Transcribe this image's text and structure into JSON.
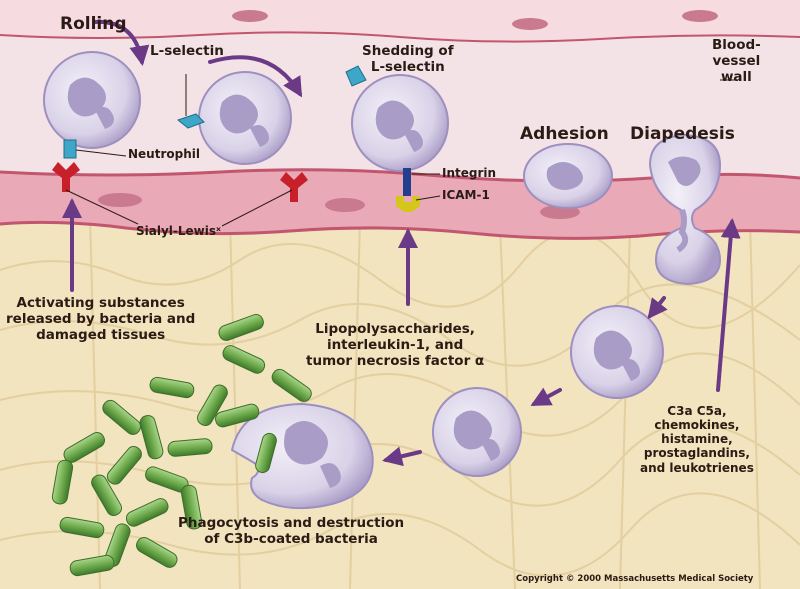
{
  "labels": {
    "rolling": "Rolling",
    "l_selectin": "L-selectin",
    "shedding": "Shedding of\nL-selectin",
    "blood_vessel_wall": "Blood-\nvessel\nwall",
    "neutrophil": "Neutrophil",
    "adhesion": "Adhesion",
    "diapedesis": "Diapedesis",
    "integrin": "Integrin",
    "icam1": "ICAM-1",
    "sialyl_lewis": "Sialyl-Lewisˣ",
    "activating": "Activating substances\nreleased by bacteria and\ndamaged tissues",
    "lipopoly": "Lipopolysaccharides,\ninterleukin-1, and\ntumor necrosis factor α",
    "mediators": "C3a  C5a,\nchemokines,\nhistamine,\nprostaglandins,\nand leukotrienes",
    "phagocytosis": "Phagocytosis and destruction\nof C3b-coated bacteria",
    "copyright": "Copyright © 2000 Massachusetts Medical Society"
  },
  "colors": {
    "vessel_lumen": "#f3e3e6",
    "vessel_wall": "#c2566e",
    "tissue": "#f2e4bf",
    "cell_body": "#ddd6ea",
    "nucleus": "#a99cc6",
    "arrow": "#6b3a86",
    "selectin": "#3ea7c9",
    "sialyl": "#c8202a",
    "integrin": "#243e8e",
    "icam": "#d4c61a",
    "bacteria": "#6ca84a"
  },
  "icons": [
    "neutrophil-cell-icon",
    "bacterium-icon",
    "arrow-icon",
    "receptor-icon"
  ]
}
